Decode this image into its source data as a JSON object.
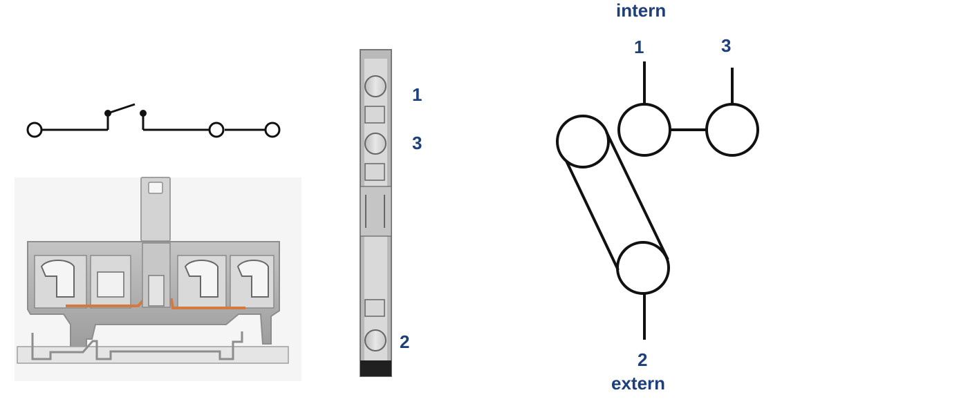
{
  "colors": {
    "label": "#1d3f7a",
    "line": "#111111",
    "terminal_body": "#a8a8a8",
    "terminal_body_dark": "#7f7f7f",
    "terminal_light": "#d7d7d7",
    "copper": "#d27a3f"
  },
  "front_view": {
    "labels": {
      "terminal_1": "1",
      "terminal_3": "3",
      "terminal_2": "2"
    }
  },
  "schematic": {
    "labels": {
      "intern": "intern",
      "terminal_1": "1",
      "terminal_3": "3",
      "terminal_2": "2",
      "extern": "extern"
    }
  }
}
